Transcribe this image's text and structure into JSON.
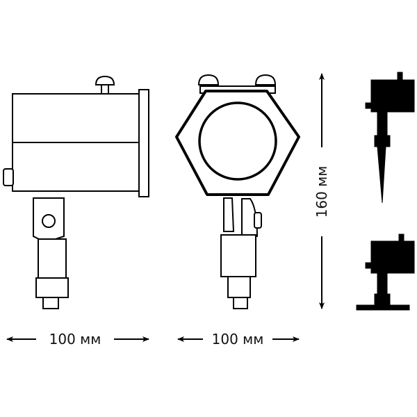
{
  "dimensions": {
    "width_side": "100 мм",
    "width_front": "100 мм",
    "height": "160 мм"
  },
  "views": [
    {
      "name": "side view"
    },
    {
      "name": "front view"
    },
    {
      "name": "mounted on ground spike"
    },
    {
      "name": "mounted on base plate"
    }
  ]
}
